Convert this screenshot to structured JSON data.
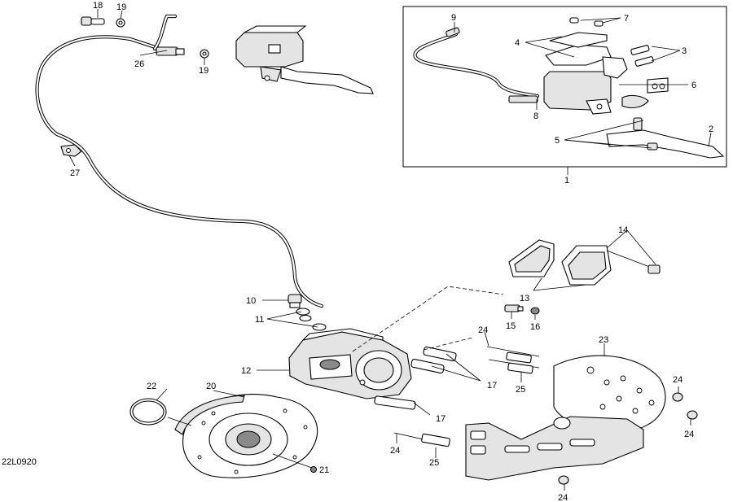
{
  "diagram_ref": "22L0920",
  "callouts": {
    "c1": "1",
    "c2": "2",
    "c3": "3",
    "c4": "4",
    "c5": "5",
    "c6": "6",
    "c7": "7",
    "c8": "8",
    "c9": "9",
    "c10": "10",
    "c11": "11",
    "c12": "12",
    "c13": "13",
    "c14": "14",
    "c15": "15",
    "c16": "16",
    "c17a": "17",
    "c17b": "17",
    "c18": "18",
    "c19a": "19",
    "c19b": "19",
    "c20": "20",
    "c21": "21",
    "c22": "22",
    "c23": "23",
    "c24a": "24",
    "c24b": "24",
    "c24c": "24",
    "c24d": "24",
    "c24e": "24",
    "c25a": "25",
    "c25b": "25",
    "c26": "26",
    "c27": "27"
  }
}
